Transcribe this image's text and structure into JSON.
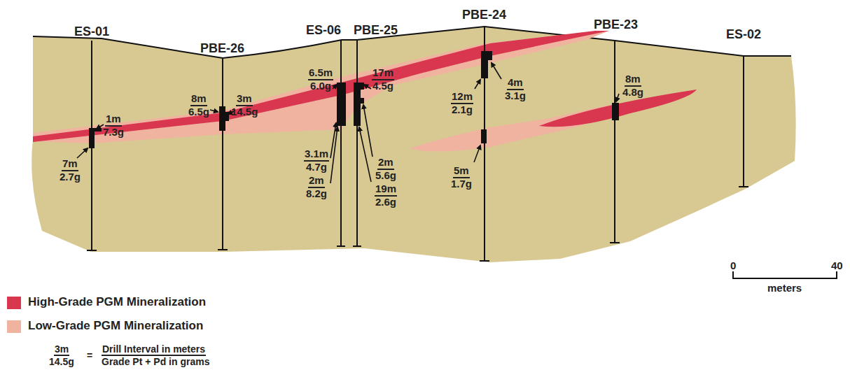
{
  "diagram": {
    "labels": [
      "ES-01",
      "PBE-26",
      "ES-06",
      "PBE-25",
      "PBE-24",
      "PBE-23",
      "ES-02",
      "1m",
      "7.3g",
      "7m",
      "2.7g",
      "8m",
      "6.5g",
      "3m",
      "14.5g",
      "6.5m",
      "6.0g",
      "17m",
      "4.5g",
      "3.1m",
      "4.7g",
      "2m",
      "8.2g",
      "2m",
      "5.6g",
      "19m",
      "2.6g",
      "12m",
      "2.1g",
      "4m",
      "3.1g",
      "5m",
      "1.7g",
      "8m",
      "4.8g",
      "0",
      "40",
      "meters",
      "3m",
      "14.5g",
      "=",
      "Drill Interval in meters",
      "Grade Pt + Pd in grams"
    ],
    "legend": [
      {
        "text": "High-Grade PGM Mineralization",
        "color": "#d9364f"
      },
      {
        "text": "Low-Grade PGM Mineralization",
        "color": "#efb3a0"
      }
    ]
  }
}
